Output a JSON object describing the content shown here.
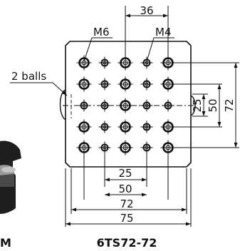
{
  "labels": {
    "top_dim": "36",
    "m6": "M6",
    "m4": "M4",
    "balls": "2 balls",
    "v25": "25",
    "v50": "50",
    "v72": "72",
    "h25": "25",
    "h50": "50",
    "h72": "72",
    "h75": "75",
    "model": "6TS72-72",
    "left_cut": "M"
  },
  "colors": {
    "ink": "#111111",
    "base_dark": "#1e1e1e",
    "base_mid": "#555555",
    "base_light": "#9a9a9a"
  }
}
